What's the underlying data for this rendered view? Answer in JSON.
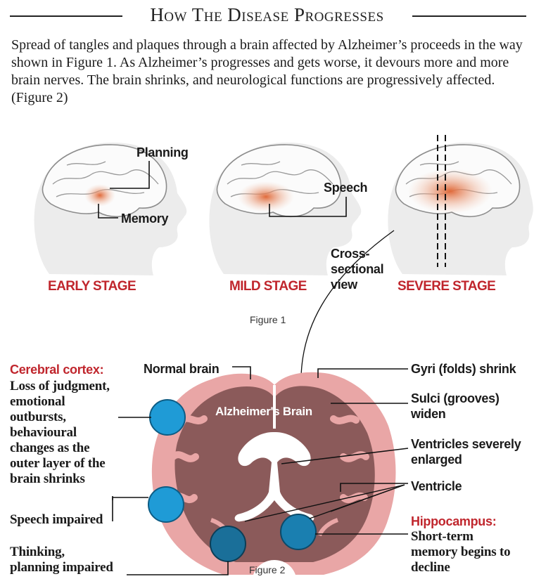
{
  "header": {
    "title": "How The Disease Progresses",
    "intro": "Spread of tangles and plaques through a brain affected by Alzheimer’s proceeds in the way shown in Figure 1. As Alzheimer’s progresses and gets worse, it devours more and more brain nerves. The brain shrinks, and neurological functions are progressively affected. (Figure 2)"
  },
  "figure1": {
    "caption": "Figure 1",
    "labels": {
      "planning": "Planning",
      "memory": "Memory",
      "speech": "Speech",
      "cross_section": "Cross-\nsectional\nview"
    },
    "stages": [
      "EARLY STAGE",
      "MILD STAGE",
      "SEVERE STAGE"
    ]
  },
  "figure2": {
    "caption": "Figure 2",
    "brain_label": "Alzheimer's Brain",
    "left": {
      "cortex_title": "Cerebral cortex:",
      "cortex_text": "Loss of judgment,\nemotional\noutbursts,\nbehavioural\nchanges as the\nouter layer of the\nbrain shrinks",
      "speech": "Speech impaired",
      "thinking": "Thinking,\nplanning impaired"
    },
    "top": {
      "normal": "Normal brain"
    },
    "right": {
      "gyri": "Gyri (folds) shrink",
      "sulci": "Sulci (grooves)\nwiden",
      "ventricles": "Ventricles severely\nenlarged",
      "ventricle": "Ventricle",
      "hippo_title": "Hippocampus:",
      "hippo_text": "Short-term\nmemory begins to\ndecline"
    }
  },
  "colors": {
    "accent_red": "#c0262d",
    "brain_pink": "#e8a3a3",
    "brain_brown": "#8a5a5a",
    "marker_blue": "#1f9bd6"
  }
}
